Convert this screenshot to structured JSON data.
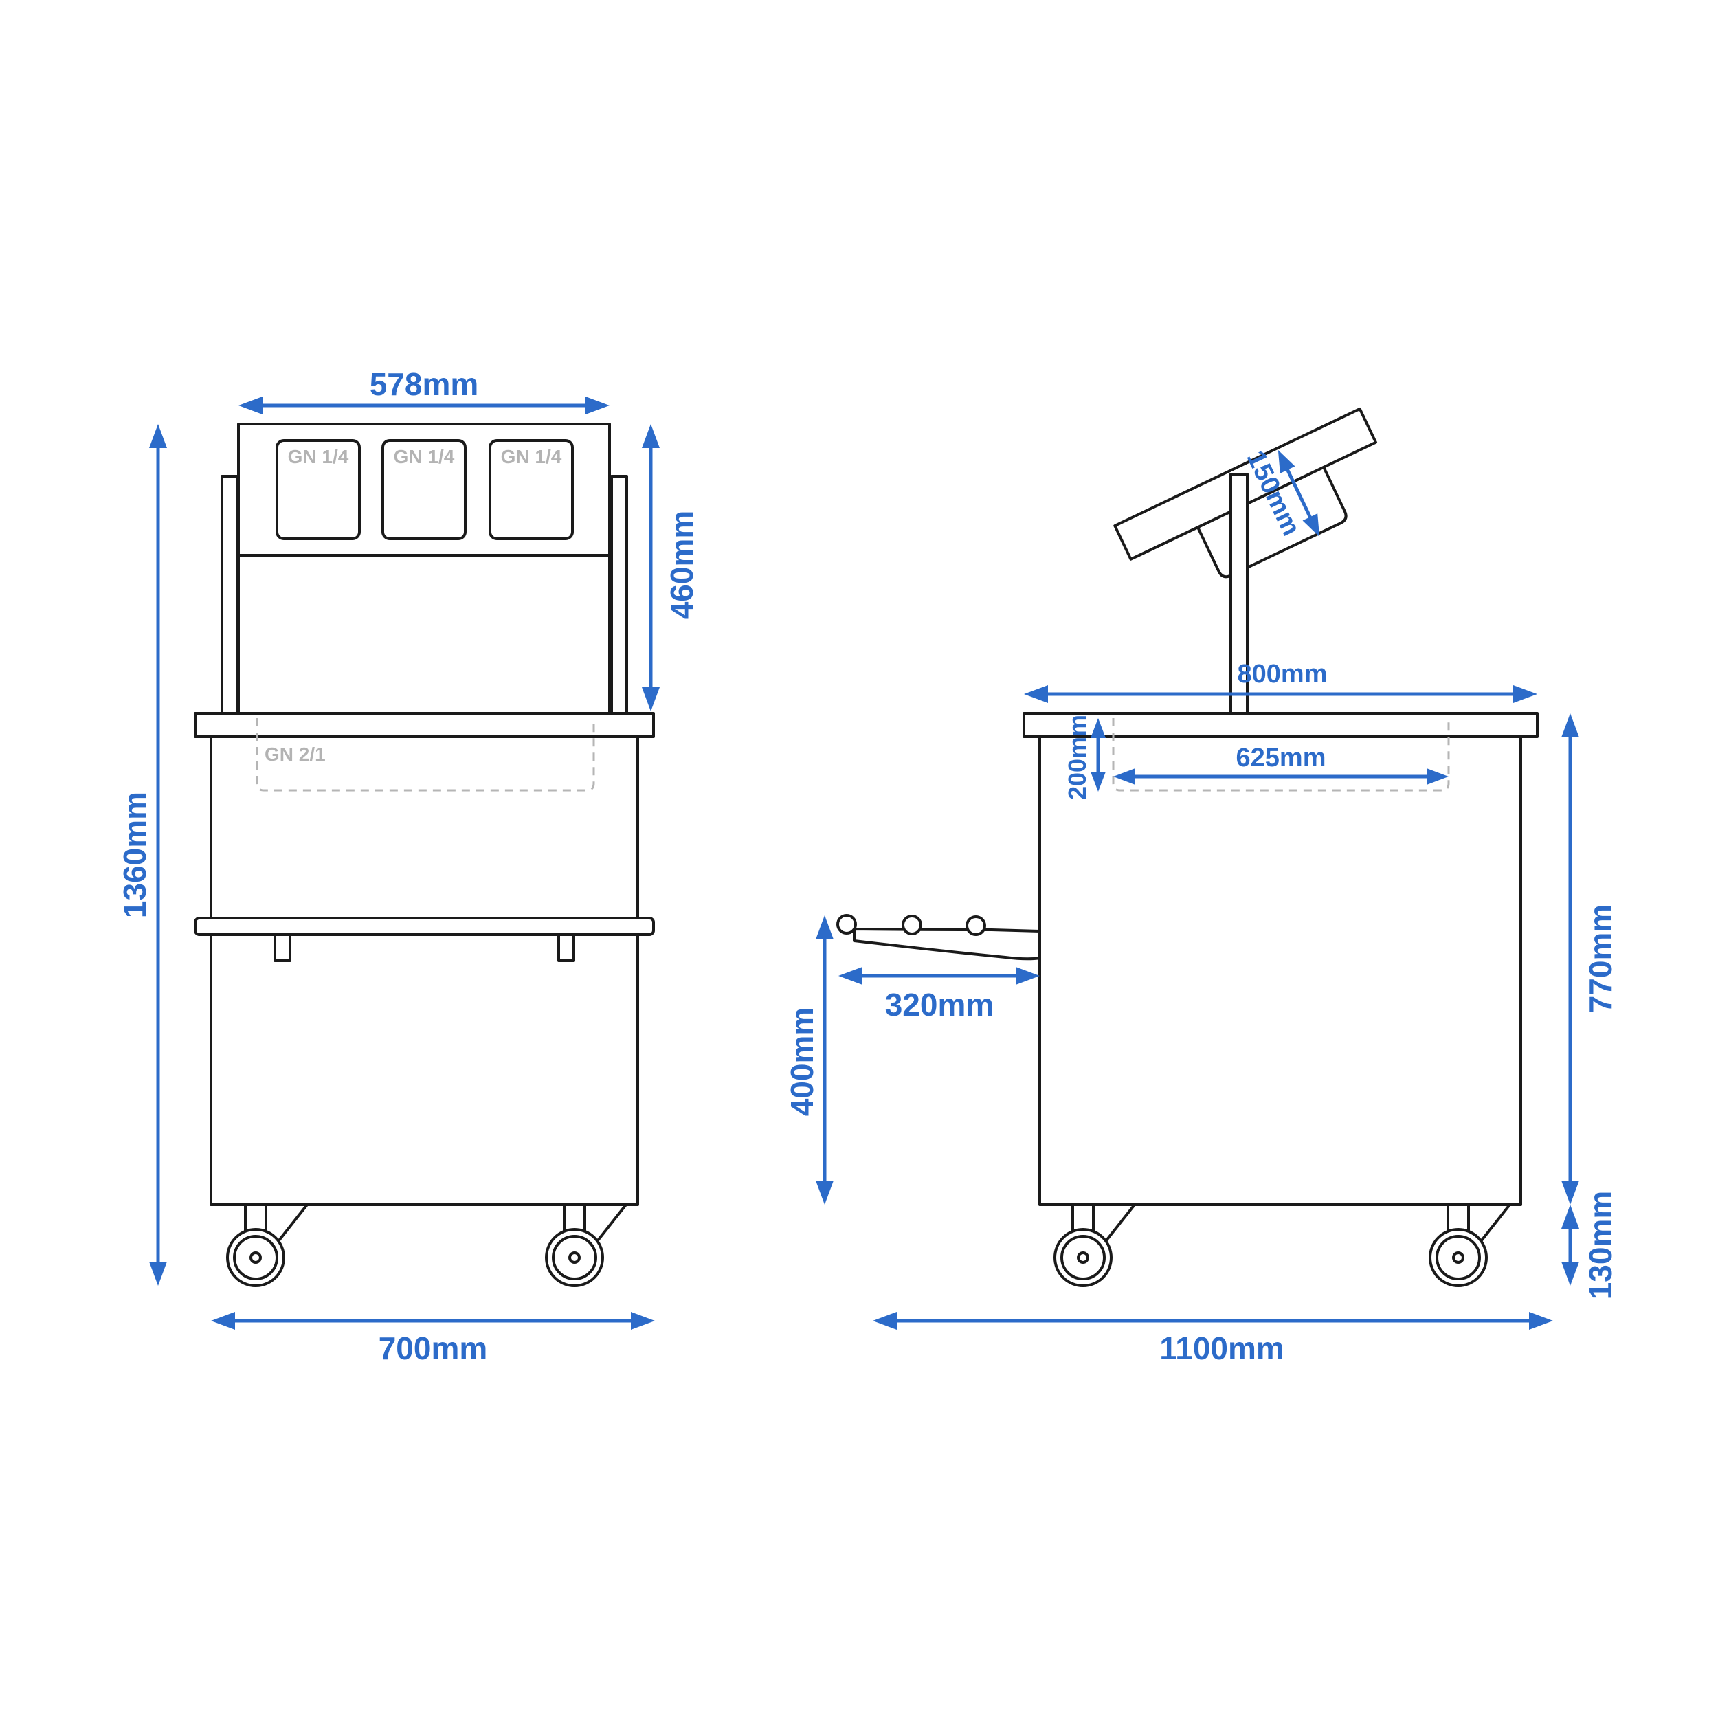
{
  "front_view": {
    "pan_labels": [
      "GN 1/4",
      "GN 1/4",
      "GN 1/4"
    ],
    "basin_label": "GN 2/1",
    "dim_top_width": "578mm",
    "dim_canopy_height": "460mm",
    "dim_total_height": "1360mm",
    "dim_base_width": "700mm"
  },
  "side_view": {
    "dim_tray_depth": "150mm",
    "dim_worktop_length": "800mm",
    "dim_basin_depth": "200mm",
    "dim_basin_length": "625mm",
    "dim_handle_length": "320mm",
    "dim_handle_height": "400mm",
    "dim_body_height": "770mm",
    "dim_wheel_height": "130mm",
    "dim_total_length": "1100mm"
  },
  "colors": {
    "dimension": "#2c6bc9",
    "outline": "#1a1a1a",
    "label_grey": "#b3b3b3"
  }
}
